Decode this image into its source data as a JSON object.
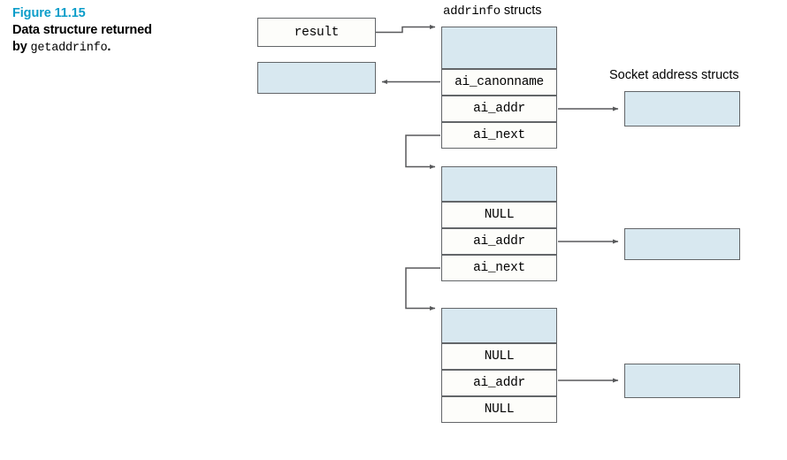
{
  "figure": {
    "number": "Figure 11.15",
    "caption_line1": "Data structure returned",
    "caption_line2_prefix": "by ",
    "caption_line2_mono": "getaddrinfo",
    "caption_line2_suffix": ".",
    "accent_color": "#0b9dc9"
  },
  "labels": {
    "addrinfo_mono": "addrinfo",
    "addrinfo_rest": " structs",
    "socket_structs": "Socket address structs"
  },
  "pointer_boxes": {
    "result_label": "result",
    "canonname_buffer_label": ""
  },
  "colors": {
    "fill_blue": "#d8e8f0",
    "fill_white": "#fdfdfa",
    "stroke": "#636669",
    "wire": "#58595b"
  },
  "structs": [
    {
      "name": "addrinfo-struct-1",
      "fields": [
        {
          "label": "",
          "fill": "blue"
        },
        {
          "label": "ai_canonname",
          "fill": "white"
        },
        {
          "label": "ai_addr",
          "fill": "white"
        },
        {
          "label": "ai_next",
          "fill": "white"
        }
      ]
    },
    {
      "name": "addrinfo-struct-2",
      "fields": [
        {
          "label": "",
          "fill": "blue"
        },
        {
          "label": "NULL",
          "fill": "white"
        },
        {
          "label": "ai_addr",
          "fill": "white"
        },
        {
          "label": "ai_next",
          "fill": "white"
        }
      ]
    },
    {
      "name": "addrinfo-struct-3",
      "fields": [
        {
          "label": "",
          "fill": "blue"
        },
        {
          "label": "NULL",
          "fill": "white"
        },
        {
          "label": "ai_addr",
          "fill": "white"
        },
        {
          "label": "NULL",
          "fill": "white"
        }
      ]
    }
  ],
  "socket_boxes": [
    {
      "name": "socket-address-struct-1",
      "label": ""
    },
    {
      "name": "socket-address-struct-2",
      "label": ""
    },
    {
      "name": "socket-address-struct-3",
      "label": ""
    }
  ]
}
